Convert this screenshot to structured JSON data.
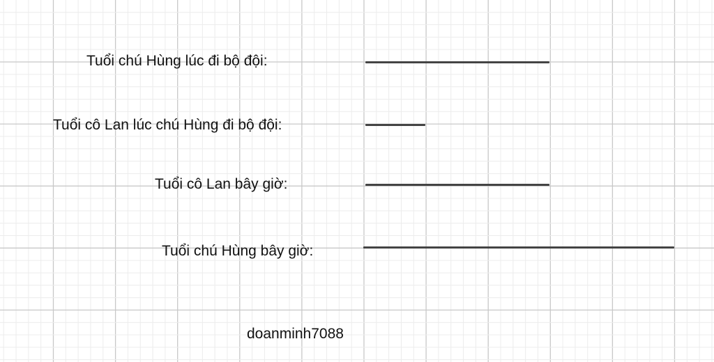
{
  "rows": [
    {
      "label": "Tuổi chú Hùng lúc đi bộ đội:",
      "units": 3
    },
    {
      "label": "Tuổi cô Lan lúc chú Hùng đi bộ đội:",
      "units": 1
    },
    {
      "label": "Tuổi cô Lan bây giờ:",
      "units": 3
    },
    {
      "label": "Tuổi chú Hùng bây giờ:",
      "units": 5
    }
  ],
  "watermark": "doanminh7088",
  "colors": {
    "segment": "#444444",
    "major_grid": "#c8c8c8",
    "minor_grid": "#ececec"
  }
}
